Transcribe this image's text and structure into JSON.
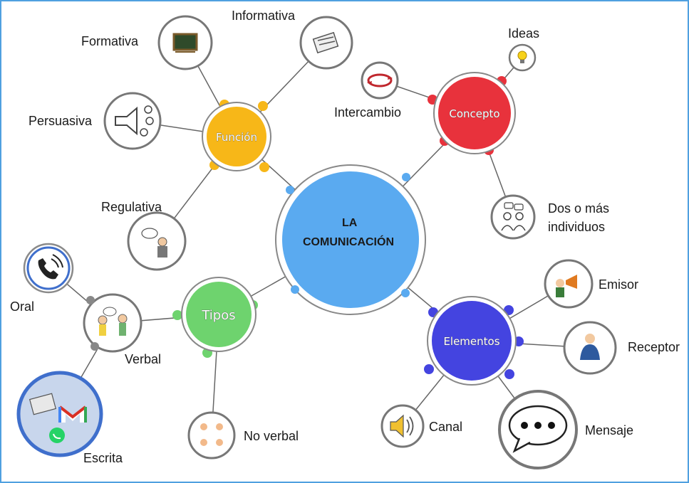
{
  "center": {
    "line1": "LA",
    "line2": "COMUNICACIÓN"
  },
  "hubs": {
    "funcion": {
      "label": "Función",
      "color": "#f7b718"
    },
    "concepto": {
      "label": "Concepto",
      "color": "#e8323c"
    },
    "tipos": {
      "label": "Tipos",
      "color": "#6ed36e"
    },
    "elementos": {
      "label": "Elementos",
      "color": "#4444e0"
    }
  },
  "center_color": "#5aaaf0",
  "leaves": {
    "formativa": "Formativa",
    "informativa": "Informativa",
    "persuasiva": "Persuasiva",
    "regulativa": "Regulativa",
    "ideas": "Ideas",
    "intercambio": "Intercambio",
    "dos_o_mas_1": "Dos o más",
    "dos_o_mas_2": "individuos",
    "oral": "Oral",
    "verbal": "Verbal",
    "escrita": "Escrita",
    "no_verbal": "No verbal",
    "emisor": "Emisor",
    "receptor": "Receptor",
    "canal": "Canal",
    "mensaje": "Mensaje"
  },
  "icons": {
    "formativa": "chalkboard-icon",
    "informativa": "newspaper-icon",
    "persuasiva": "megaphone-icon",
    "regulativa": "speaker-man-icon",
    "ideas": "lightbulb-icon",
    "intercambio": "exchange-arrows-icon",
    "dos_o_mas": "two-people-chat-icon",
    "oral": "phone-icon",
    "verbal": "two-kids-talking-icon",
    "escrita": "email-whatsapp-icon",
    "no_verbal": "hand-gestures-icon",
    "emisor": "person-megaphone-icon",
    "receptor": "person-listening-icon",
    "canal": "speaker-sound-icon",
    "mensaje": "speech-bubble-dots-icon"
  }
}
